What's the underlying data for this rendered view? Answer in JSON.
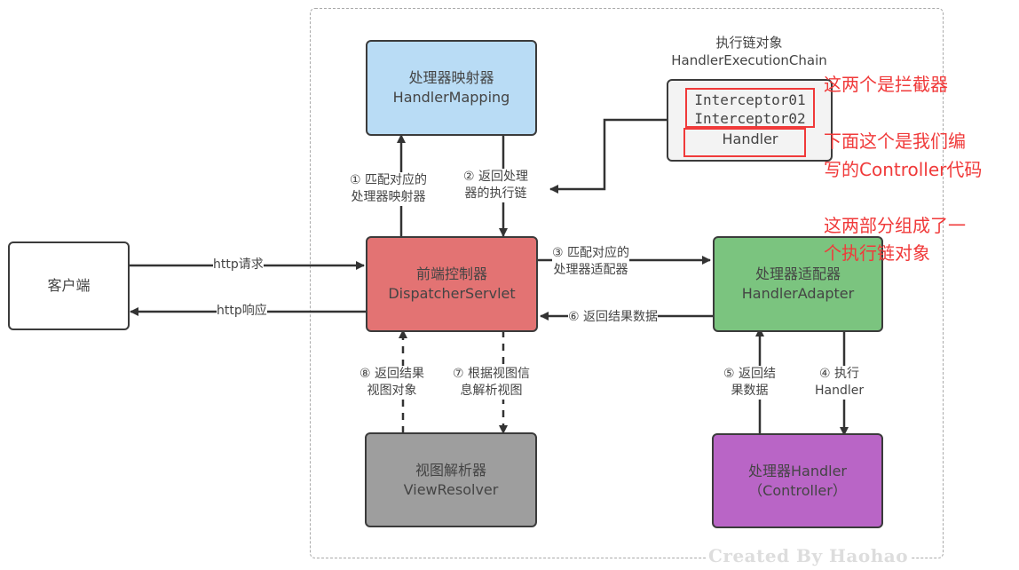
{
  "diagram": {
    "nodes": {
      "client": {
        "label": "客户端",
        "color": "#ffffff"
      },
      "handler_mapping": {
        "line1": "处理器映射器",
        "line2": "HandlerMapping",
        "color": "#b9dcf5"
      },
      "dispatcher": {
        "line1": "前端控制器",
        "line2": "DispatcherServlet",
        "color": "#e37373"
      },
      "handler_adapter": {
        "line1": "处理器适配器",
        "line2": "HandlerAdapter",
        "color": "#7bc47f"
      },
      "view_resolver": {
        "line1": "视图解析器",
        "line2": "ViewResolver",
        "color": "#9e9e9e"
      },
      "handler": {
        "line1": "处理器Handler",
        "line2": "（Controller）",
        "color": "#b965c6"
      }
    },
    "execution_chain": {
      "title_cn": "执行链对象",
      "title_en": "HandlerExecutionChain",
      "items": [
        "Interceptor01",
        "Interceptor02",
        "Handler"
      ]
    },
    "edges": {
      "http_request": "http请求",
      "http_response": "http响应",
      "step1": {
        "line1": "① 匹配对应的",
        "line2": "处理器映射器"
      },
      "step2": {
        "line1": "② 返回处理",
        "line2": "器的执行链"
      },
      "step3": {
        "line1": "③ 匹配对应的",
        "line2": "处理器适配器"
      },
      "step4": {
        "line1": "④ 执行",
        "line2": "Handler"
      },
      "step5": {
        "line1": "⑤ 返回结",
        "line2": "果数据"
      },
      "step6": "⑥ 返回结果数据",
      "step7": {
        "line1": "⑦ 根据视图信",
        "line2": "息解析视图"
      },
      "step8": {
        "line1": "⑧ 返回结果",
        "line2": "视图对象"
      }
    },
    "annotations": {
      "note1": "这两个是拦截器",
      "note2_line1": "下面这个是我们编",
      "note2_line2": "写的Controller代码",
      "note3_line1": "这两部分组成了一",
      "note3_line2": "个执行链对象",
      "color": "#f03a3a"
    },
    "watermark": "Created By Haohao"
  }
}
